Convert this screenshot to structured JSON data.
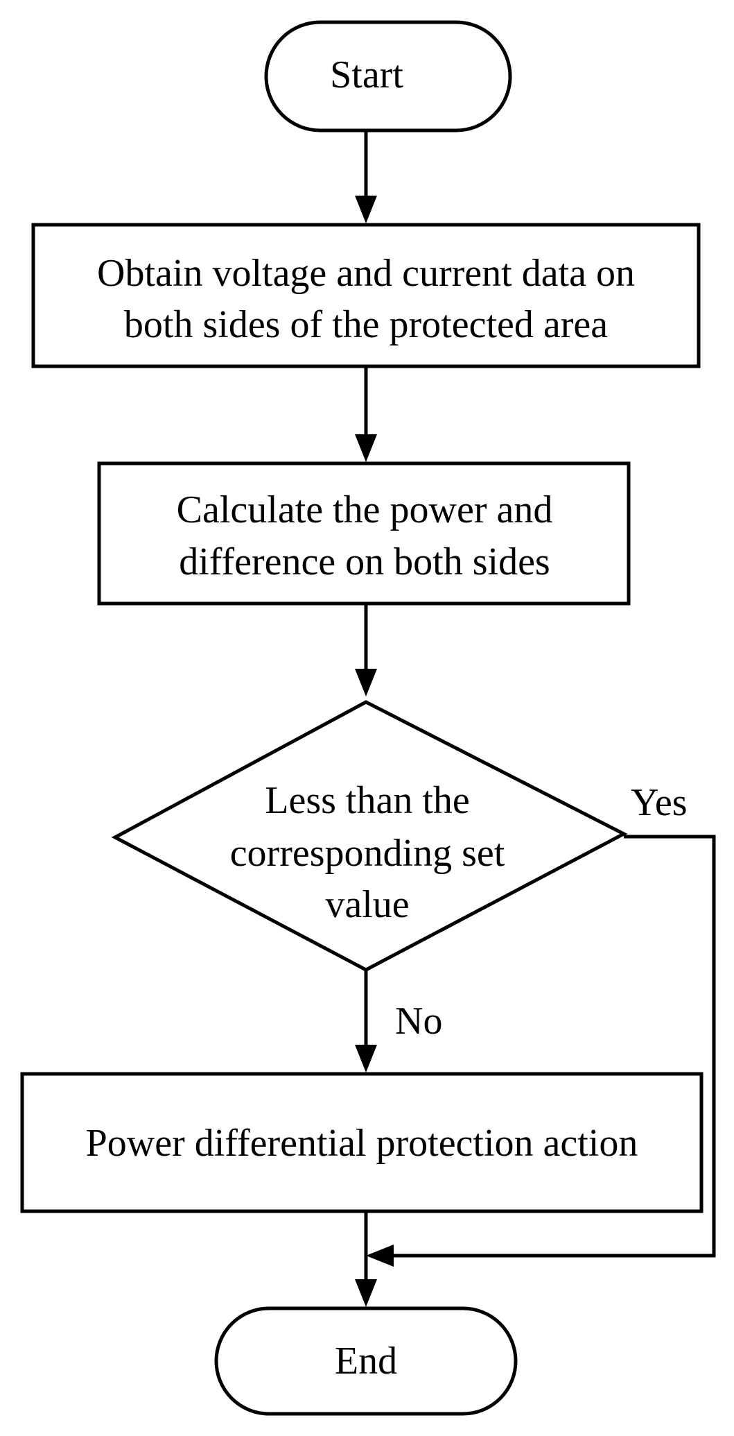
{
  "diagram": {
    "start": {
      "label": "Start"
    },
    "step_obtain": {
      "line1": "Obtain voltage and current data on",
      "line2": "both sides of the protected area"
    },
    "step_calculate": {
      "line1": "Calculate the power and",
      "line2": "difference on both sides"
    },
    "decision": {
      "line1": "Less than the",
      "line2": "corresponding set",
      "line3": "value"
    },
    "branch_yes": "Yes",
    "branch_no": "No",
    "step_action": {
      "label": "Power differential protection action"
    },
    "end": {
      "label": "End"
    }
  }
}
